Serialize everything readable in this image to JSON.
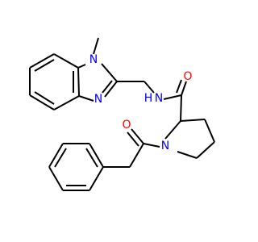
{
  "colors": {
    "bond": "#000000",
    "nitrogen": "#0000ff",
    "oxygen": "#ff0000",
    "background": "#ffffff"
  },
  "labels": {
    "n_methyl": "N",
    "n_imidazole": "N",
    "n_amide": "H",
    "n_amide_n": "N",
    "o_amide": "O",
    "n_pyrrolidine": "N",
    "o_acyl": "O"
  }
}
